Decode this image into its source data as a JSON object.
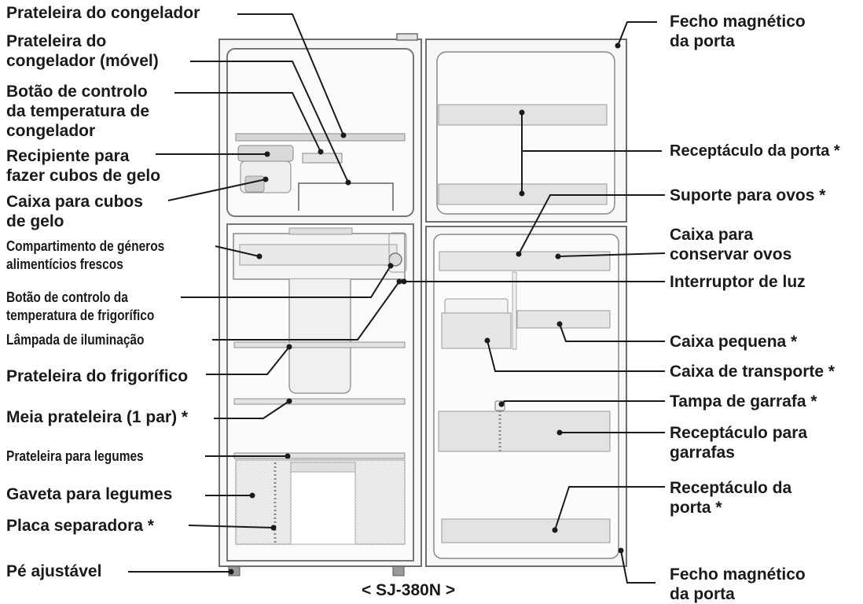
{
  "model_caption": "< SJ-380N >",
  "labels_left": [
    {
      "id": "prateleira-congelador",
      "text": "Prateleira do congelador"
    },
    {
      "id": "prateleira-congelador-movel",
      "text": "Prateleira do\ncongelador (móvel)"
    },
    {
      "id": "botao-temp-congelador",
      "text": "Botão de controlo\nda temperatura de\ncongelador"
    },
    {
      "id": "recipiente-cubos",
      "text": "Recipiente para\nfazer cubos de gelo"
    },
    {
      "id": "caixa-cubos",
      "text": "Caixa para cubos\nde gelo"
    },
    {
      "id": "compartimento-frescos",
      "text": "Compartimento de géneros\nalimentícios frescos"
    },
    {
      "id": "botao-temp-frigorifico",
      "text": "Botão de controlo da\ntemperatura de frigorífico"
    },
    {
      "id": "lampada",
      "text": "Lâmpada de iluminação"
    },
    {
      "id": "prateleira-frigorifico",
      "text": "Prateleira do frigorífico"
    },
    {
      "id": "meia-prateleira",
      "text": "Meia prateleira (1 par) *"
    },
    {
      "id": "prateleira-legumes",
      "text": "Prateleira para legumes"
    },
    {
      "id": "gaveta-legumes",
      "text": "Gaveta para legumes"
    },
    {
      "id": "placa-separadora",
      "text": "Placa separadora *"
    },
    {
      "id": "pe-ajustavel",
      "text": "Pé ajustável"
    }
  ],
  "labels_right": [
    {
      "id": "fecho-top",
      "text": "Fecho magnético\nda porta"
    },
    {
      "id": "receptaculo-porta-top",
      "text": "Receptáculo da porta *"
    },
    {
      "id": "suporte-ovos",
      "text": "Suporte para ovos *"
    },
    {
      "id": "caixa-ovos",
      "text": "Caixa para\nconservar ovos"
    },
    {
      "id": "interruptor-luz",
      "text": "Interruptor de luz"
    },
    {
      "id": "caixa-pequena",
      "text": "Caixa pequena *"
    },
    {
      "id": "caixa-transporte",
      "text": "Caixa de transporte *"
    },
    {
      "id": "tampa-garrafa",
      "text": "Tampa de garrafa *"
    },
    {
      "id": "receptaculo-garrafas",
      "text": "Receptáculo para\ngarrafas"
    },
    {
      "id": "receptaculo-porta-bottom",
      "text": "Receptáculo da\nporta *"
    },
    {
      "id": "fecho-bottom",
      "text": "Fecho magnético\nda porta"
    }
  ]
}
